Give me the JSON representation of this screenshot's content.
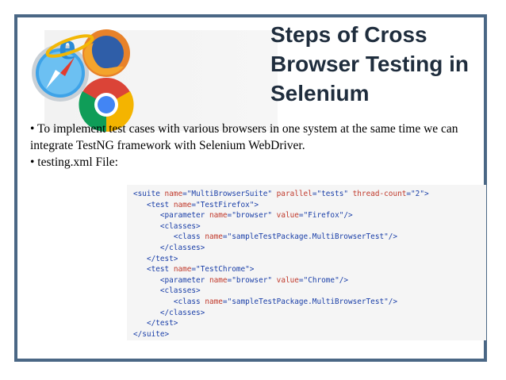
{
  "title": "Steps of Cross Browser Testing in Selenium",
  "bullets": [
    "• To implement test cases with various browsers in one system at the same time we can integrate TestNG framework with Selenium WebDriver.",
    "• testing.xml File:"
  ],
  "code_lines": [
    {
      "indent": 0,
      "text": "<suite name=\"MultiBrowserSuite\" parallel=\"tests\" thread-count=\"2\">"
    },
    {
      "indent": 1,
      "text": "<test name=\"TestFirefox\">"
    },
    {
      "indent": 2,
      "text": "<parameter name=\"browser\" value=\"Firefox\"/>"
    },
    {
      "indent": 2,
      "text": "<classes>"
    },
    {
      "indent": 3,
      "text": "<class name=\"sampleTestPackage.MultiBrowserTest\"/>"
    },
    {
      "indent": 2,
      "text": "</classes>"
    },
    {
      "indent": 1,
      "text": "</test>"
    },
    {
      "indent": 1,
      "text": "<test name=\"TestChrome\">"
    },
    {
      "indent": 2,
      "text": "<parameter name=\"browser\" value=\"Chrome\"/>"
    },
    {
      "indent": 2,
      "text": "<classes>"
    },
    {
      "indent": 3,
      "text": "<class name=\"sampleTestPackage.MultiBrowserTest\"/>"
    },
    {
      "indent": 2,
      "text": "</classes>"
    },
    {
      "indent": 1,
      "text": "</test>"
    },
    {
      "indent": 0,
      "text": "</suite>"
    }
  ],
  "logos": [
    "internet-explorer-icon",
    "firefox-icon",
    "safari-icon",
    "chrome-icon"
  ],
  "colors": {
    "frame": "#4a6785",
    "title": "#1f2d3d",
    "tag": "#1a3fa8",
    "attr": "#c0392b"
  }
}
